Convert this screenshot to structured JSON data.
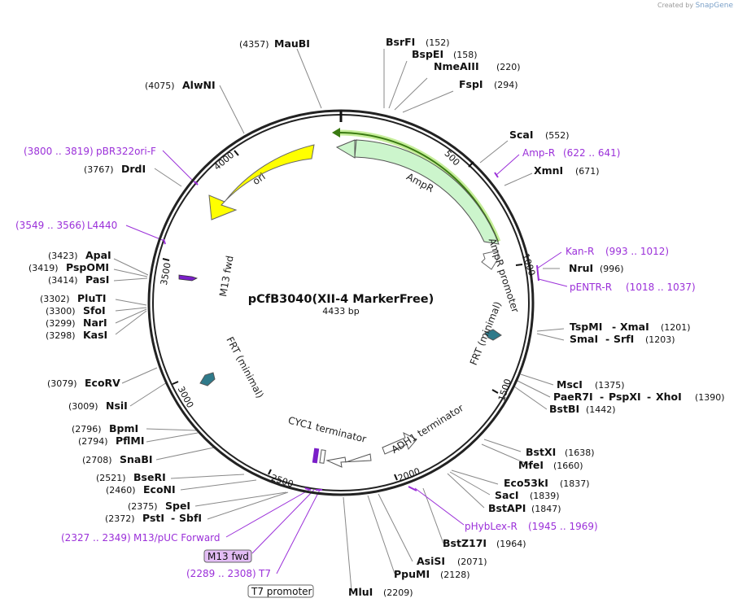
{
  "credit": {
    "prefix": "Created by",
    "brand": "SnapGene"
  },
  "plasmid": {
    "name": "pCfB3040(XII-4 MarkerFree)",
    "length_label": "4433 bp",
    "length": 4433
  },
  "colors": {
    "backbone": "#222222",
    "primer": "#9b30d9",
    "ampr": "#ccf5cc",
    "ori": "#ffff00",
    "promoter": "#ffffff",
    "frt": "#2f7a8a",
    "m13": "#7a1fc8",
    "selection": "#88cc33"
  },
  "ticks": [
    "500",
    "1000",
    "1500",
    "2000",
    "2500",
    "3000",
    "3500",
    "4000"
  ],
  "features": [
    {
      "name": "AmpR",
      "icon": "arrow-ccw"
    },
    {
      "name": "AmpR promoter",
      "icon": "arrow-ccw"
    },
    {
      "name": "ori",
      "icon": "arrow-ccw"
    },
    {
      "name": "FRT (minimal)",
      "icon": "arrow-small"
    },
    {
      "name": "FRT (minimal)",
      "icon": "arrow-small"
    },
    {
      "name": "ADH1 terminator",
      "icon": "arrow-cw"
    },
    {
      "name": "CYC1 terminator",
      "icon": "arrow-ccw"
    },
    {
      "name": "M13 fwd",
      "icon": "arrow-small"
    }
  ],
  "sites": [
    {
      "name": "BsrFI",
      "pos": "(152)"
    },
    {
      "name": "BspEI",
      "pos": "(158)"
    },
    {
      "name": "NmeAIII",
      "pos": "(220)"
    },
    {
      "name": "FspI",
      "pos": "(294)"
    },
    {
      "name": "ScaI",
      "pos": "(552)"
    },
    {
      "name": "XmnI",
      "pos": "(671)"
    },
    {
      "name": "NruI",
      "pos": "(996)"
    },
    {
      "name": "TspMI",
      "name2": "XmaI",
      "pos": "(1201)"
    },
    {
      "name": "SmaI",
      "name2": "SrfI",
      "pos": "(1203)"
    },
    {
      "name": "MscI",
      "pos": "(1375)"
    },
    {
      "name": "PaeR7I",
      "name2": "PspXI",
      "name3": "XhoI",
      "pos": "(1390)"
    },
    {
      "name": "BstBI",
      "pos": "(1442)"
    },
    {
      "name": "BstXI",
      "pos": "(1638)"
    },
    {
      "name": "MfeI",
      "pos": "(1660)"
    },
    {
      "name": "Eco53kI",
      "pos": "(1837)"
    },
    {
      "name": "SacI",
      "pos": "(1839)"
    },
    {
      "name": "BstAPI",
      "pos": "(1847)"
    },
    {
      "name": "BstZ17I",
      "pos": "(1964)"
    },
    {
      "name": "AsiSI",
      "pos": "(2071)"
    },
    {
      "name": "PpuMI",
      "pos": "(2128)"
    },
    {
      "name": "MluI",
      "pos": "(2209)"
    },
    {
      "name": "MauBI",
      "pos": "(4357)"
    },
    {
      "name": "AlwNI",
      "pos": "(4075)"
    },
    {
      "name": "DrdI",
      "pos": "(3767)"
    },
    {
      "name": "ApaI",
      "pos": "(3423)"
    },
    {
      "name": "PspOMI",
      "pos": "(3419)"
    },
    {
      "name": "PasI",
      "pos": "(3414)"
    },
    {
      "name": "PluTI",
      "pos": "(3302)"
    },
    {
      "name": "SfoI",
      "pos": "(3300)"
    },
    {
      "name": "NarI",
      "pos": "(3299)"
    },
    {
      "name": "KasI",
      "pos": "(3298)"
    },
    {
      "name": "EcoRV",
      "pos": "(3079)"
    },
    {
      "name": "NsiI",
      "pos": "(3009)"
    },
    {
      "name": "BpmI",
      "pos": "(2796)"
    },
    {
      "name": "PflMI",
      "pos": "(2794)"
    },
    {
      "name": "SnaBI",
      "pos": "(2708)"
    },
    {
      "name": "BseRI",
      "pos": "(2521)"
    },
    {
      "name": "EcoNI",
      "pos": "(2460)"
    },
    {
      "name": "SpeI",
      "pos": "(2375)"
    },
    {
      "name": "PstI",
      "name2": "SbfI",
      "pos": "(2372)"
    }
  ],
  "primers": [
    {
      "name": "Amp-R",
      "range": "(622 .. 641)"
    },
    {
      "name": "Kan-R",
      "range": "(993 .. 1012)"
    },
    {
      "name": "pENTR-R",
      "range": "(1018 .. 1037)"
    },
    {
      "name": "pHybLex-R",
      "range": "(1945 .. 1969)"
    },
    {
      "name": "pBR322ori-F",
      "range": "(3800 .. 3819)"
    },
    {
      "name": "L4440",
      "range": "(3549 .. 3566)"
    },
    {
      "name": "M13/pUC Forward",
      "range": "(2327 .. 2349)"
    },
    {
      "name": "T7",
      "range": "(2289 .. 2308)"
    }
  ],
  "boxed_labels": [
    "M13 fwd",
    "T7 promoter"
  ]
}
